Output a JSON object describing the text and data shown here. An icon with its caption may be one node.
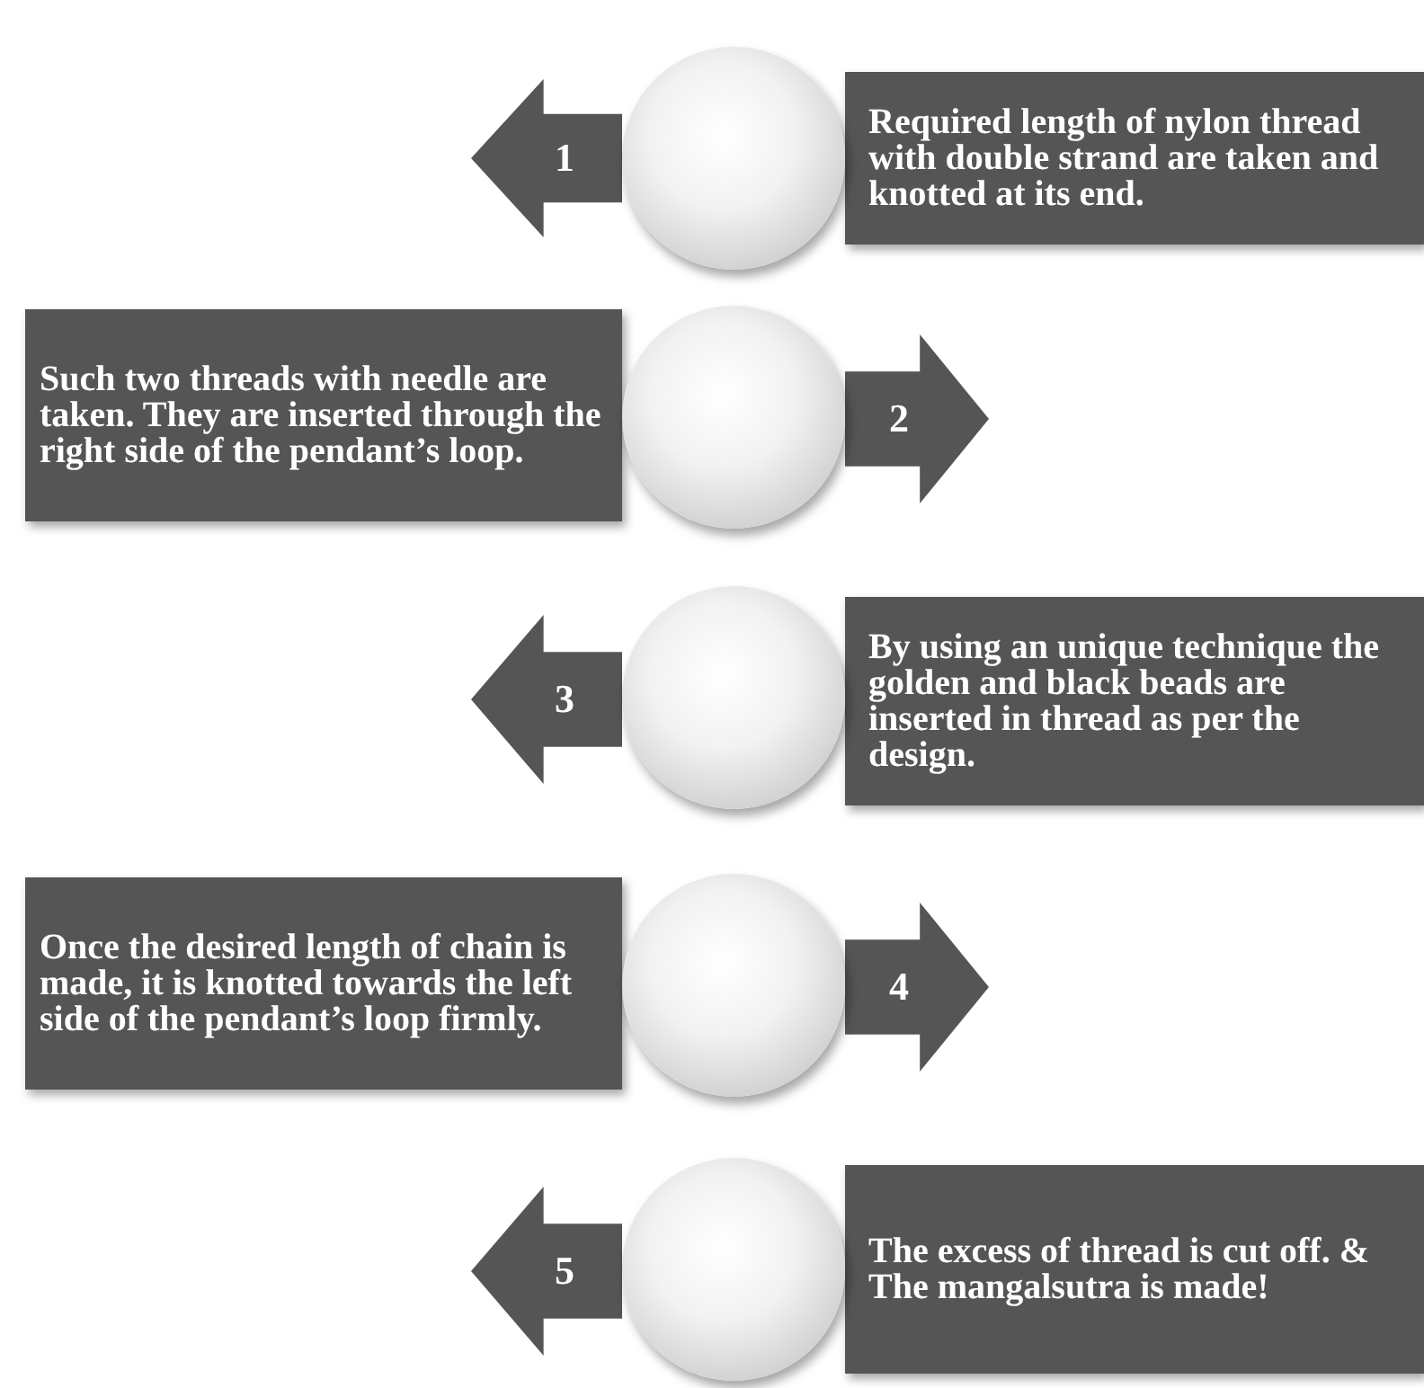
{
  "diagram": {
    "nodes": [
      {
        "text": [
          "1"
        ]
      },
      {
        "text": [],
        "shape": "circle"
      },
      {
        "text": [
          "Required length of nylon thread with double strand are taken and knotted at its end."
        ]
      },
      {
        "text": [
          "Such two threads with needle are taken. They are inserted through the right side of the pendant’s loop."
        ]
      },
      {
        "text": [],
        "shape": "circle"
      },
      {
        "text": [
          "2"
        ]
      },
      {
        "text": [
          "3"
        ]
      },
      {
        "text": [],
        "shape": "circle"
      },
      {
        "text": [
          "By using an unique technique the golden and black beads are inserted in thread as per the design."
        ]
      },
      {
        "text": [
          "Once the desired length of chain is made, it is knotted towards the left side of the pendant’s loop firmly."
        ]
      },
      {
        "text": [],
        "shape": "circle"
      },
      {
        "text": [
          "4"
        ]
      },
      {
        "text": [
          "5"
        ]
      },
      {
        "text": [],
        "shape": "circle"
      },
      {
        "text": [
          "The excess of thread is cut off. & The mangalsutra is made!"
        ]
      }
    ]
  }
}
